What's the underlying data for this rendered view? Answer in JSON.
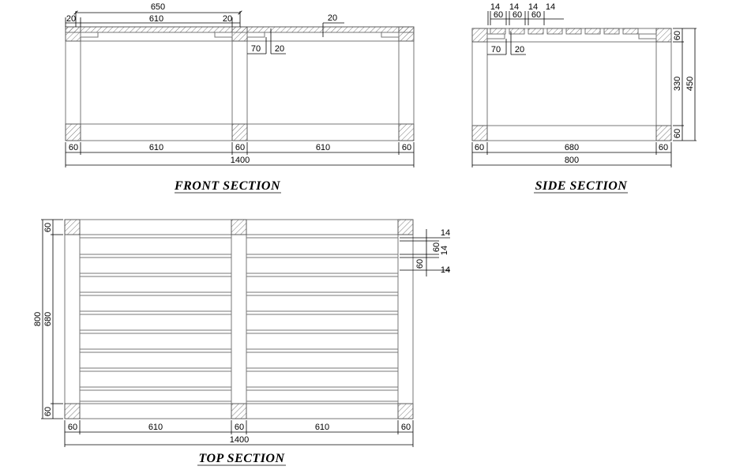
{
  "titles": {
    "front": "FRONT SECTION",
    "side": "SIDE SECTION",
    "top": "TOP SECTION"
  },
  "front": {
    "d650": "650",
    "d610_top": "610",
    "d20_left": "20",
    "d20_right": "20",
    "d20_far": "20",
    "d70": "70",
    "d20_mid": "20",
    "b60_a": "60",
    "b610_a": "610",
    "b60_b": "60",
    "b610_b": "610",
    "b60_c": "60",
    "total": "1400"
  },
  "side": {
    "t14_a": "14",
    "t60_a": "60",
    "t14_b": "14",
    "t60_b": "60",
    "t14_c": "14",
    "t60_c": "60",
    "t14_d": "14",
    "d70": "70",
    "d20": "20",
    "r60_top": "60",
    "r330": "330",
    "r450": "450",
    "r60_bot": "60",
    "b60_a": "60",
    "b680": "680",
    "b60_b": "60",
    "total": "800"
  },
  "top": {
    "l60_top": "60",
    "l800": "800",
    "l680": "680",
    "l60_bot": "60",
    "r14_a": "14",
    "r60_a": "60",
    "r14_b": "14",
    "r60_b": "60",
    "r14_c": "14",
    "b60_a": "60",
    "b610_a": "610",
    "b60_b": "60",
    "b610_b": "610",
    "b60_c": "60",
    "total": "1400"
  }
}
